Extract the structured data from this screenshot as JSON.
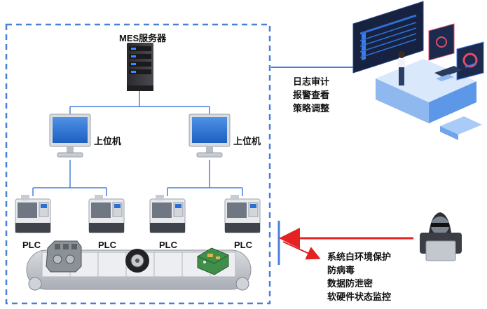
{
  "server": {
    "label": "MES服务器"
  },
  "hosts": [
    {
      "label": "上位机"
    },
    {
      "label": "上位机"
    }
  ],
  "plcs": [
    {
      "label": "PLC"
    },
    {
      "label": "PLC"
    },
    {
      "label": "PLC"
    },
    {
      "label": "PLC"
    }
  ],
  "audit_functions": [
    "日志审计",
    "报警查看",
    "策略调整"
  ],
  "protection_functions": [
    "系统白环境保护",
    "防病毒",
    "数据防泄密",
    "软硬件状态监控"
  ],
  "colors": {
    "boundary": "#4a7fd9",
    "link": "#4a7fd9",
    "attack": "#e52222",
    "conveyor": "#c6c9ce"
  },
  "icons": [
    "server-icon",
    "monitor-icon",
    "cnc-machine-icon",
    "engine-block-icon",
    "tire-icon",
    "circuit-board-icon",
    "security-console-icon",
    "hacker-icon"
  ]
}
